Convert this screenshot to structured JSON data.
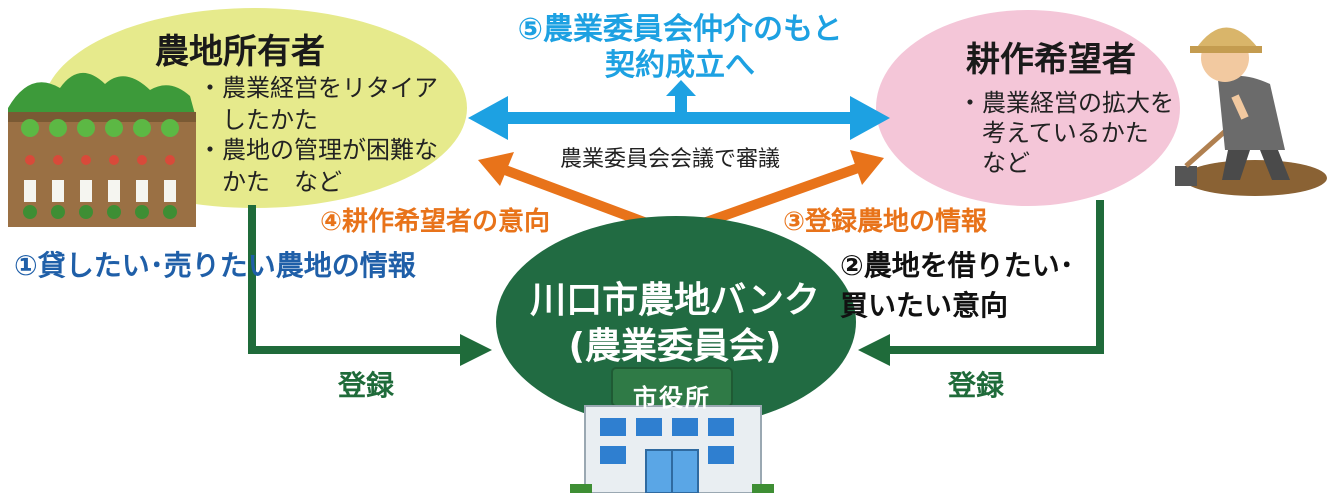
{
  "colors": {
    "owner_bubble": "#e6ea8c",
    "seeker_bubble": "#f4c6d8",
    "bank_ellipse": "#216b42",
    "blue_accent": "#1da1e2",
    "orange_accent": "#e8731a",
    "green_arrow": "#1f6b3a",
    "label_blue": "#1f5fa8"
  },
  "owner": {
    "title": "農地所有者",
    "bullet1_line1": "・農業経営をリタイア",
    "bullet1_line2": "　したかた",
    "bullet2_line1": "・農地の管理が困難な",
    "bullet2_line2": "　かた　など"
  },
  "seeker": {
    "title": "耕作希望者",
    "bullet_line1": "・農業経営の拡大を",
    "bullet_line2": "　考えているかた",
    "bullet_line3": "　など"
  },
  "step5": {
    "line1": "⑤農業委員会仲介のもと",
    "line2": "契約成立へ"
  },
  "council_text": "農業委員会会議で審議",
  "step4": "④耕作希望者の意向",
  "step3": "③登録農地の情報",
  "step1": "①貸したい･売りたい農地の情報",
  "step2": {
    "line1": "②農地を借りたい･",
    "line2": "買いたい意向"
  },
  "bank": {
    "line1": "川口市農地バンク",
    "line2": "(農業委員会)"
  },
  "register_left": "登録",
  "register_right": "登録",
  "city_hall_sign": "市役所",
  "icons": [
    "farmland-illustration",
    "farmer-illustration",
    "city-hall-building-icon"
  ]
}
